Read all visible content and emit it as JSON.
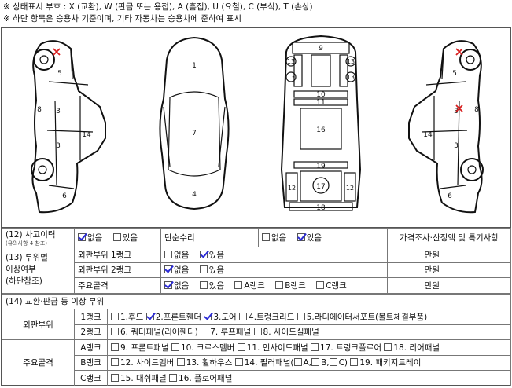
{
  "notes": {
    "line1": "※ 상태표시 부호 : X (교환), W (판금 또는 용접), A (흠집), U (요철), C (부식), T (손상)",
    "line2": "※ 하단 항목은 승용차 기준이며, 기타 자동차는 승용차에 준하여 표시"
  },
  "diagram": {
    "left_side": {
      "n3a": "3",
      "n3b": "3",
      "n8": "8",
      "n14": "14",
      "n5": "5",
      "n6": "6",
      "mark": "X"
    },
    "top_view": {
      "n1": "1",
      "n7": "7",
      "n4": "4"
    },
    "underbody": {
      "n9": "9",
      "n13a": "13",
      "n13b": "13",
      "n13c": "13",
      "n13d": "13",
      "n10": "10",
      "n11": "11",
      "n16": "16",
      "n19": "19",
      "n12a": "12",
      "n12b": "12",
      "n17": "17",
      "n18": "18"
    },
    "right_side": {
      "n3a": "3",
      "n3b": "3",
      "n8": "8",
      "n14": "14",
      "n5": "5",
      "n6": "6",
      "mark1": "X",
      "mark2": "X"
    }
  },
  "accident": {
    "label": "(12) 사고이력",
    "sublabel": "(유의사항 4 참조)",
    "none": "없음",
    "yes": "있음",
    "none_checked": true,
    "yes_checked": false,
    "simple_repair": "단순수리",
    "sr_none": "없음",
    "sr_yes": "있음",
    "sr_none_checked": false,
    "sr_yes_checked": true,
    "price_header": "가격조사·산정액 및 특기사항"
  },
  "part_status": {
    "label_l1": "(13) 부위별",
    "label_l2": "이상여부",
    "label_l3": "(하단참조)",
    "rows": [
      {
        "name": "외판부위 1랭크",
        "none": "없음",
        "yes": "있음",
        "none_checked": false,
        "yes_checked": true,
        "unit": "만원"
      },
      {
        "name": "외판부위 2랭크",
        "none": "없음",
        "yes": "있음",
        "none_checked": true,
        "yes_checked": false,
        "unit": "만원"
      },
      {
        "name": "주요골격",
        "none": "없음",
        "yes": "있음",
        "none_checked": true,
        "yes_checked": false,
        "a": "A랭크",
        "b": "B랭크",
        "c": "C랭크",
        "unit": "만원"
      }
    ]
  },
  "exchange": {
    "title": "(14) 교환·판금 등 이상 부위",
    "outer_label": "외판부위",
    "main_label": "주요골격",
    "rank1": "1랭크",
    "rank2": "2랭크",
    "rankA": "A랭크",
    "rankB": "B랭크",
    "rankC": "C랭크",
    "r1": [
      {
        "t": "1.후드",
        "on": false
      },
      {
        "t": "2.프론트휀더",
        "on": true
      },
      {
        "t": "3.도어",
        "on": true
      },
      {
        "t": "4.트렁크리드",
        "on": false
      },
      {
        "t": "5.라디에이터서포트(볼트체결부품)",
        "on": false
      }
    ],
    "r2": [
      {
        "t": "6. 쿼터패널(리어휀다)",
        "on": false
      },
      {
        "t": "7. 루프패널",
        "on": false
      },
      {
        "t": "8. 사이드실패널",
        "on": false
      }
    ],
    "rA": [
      {
        "t": "9. 프론트패널",
        "on": false
      },
      {
        "t": "10. 크로스멤버",
        "on": false
      },
      {
        "t": "11. 인사이드패널",
        "on": false
      },
      {
        "t": "17. 트렁크플로어",
        "on": false
      },
      {
        "t": "18. 리어패널",
        "on": false
      }
    ],
    "rB_1": "12. 사이드멤버",
    "rB_2": "13. 휠하우스",
    "rB_3": "14. 필러패널(",
    "rB_a": "A,",
    "rB_b": "B,",
    "rB_c": "C)",
    "rB_4": "19. 패키지트레이",
    "rC": [
      {
        "t": "15. 대쉬패널",
        "on": false
      },
      {
        "t": "16. 플로어패널",
        "on": false
      }
    ]
  }
}
